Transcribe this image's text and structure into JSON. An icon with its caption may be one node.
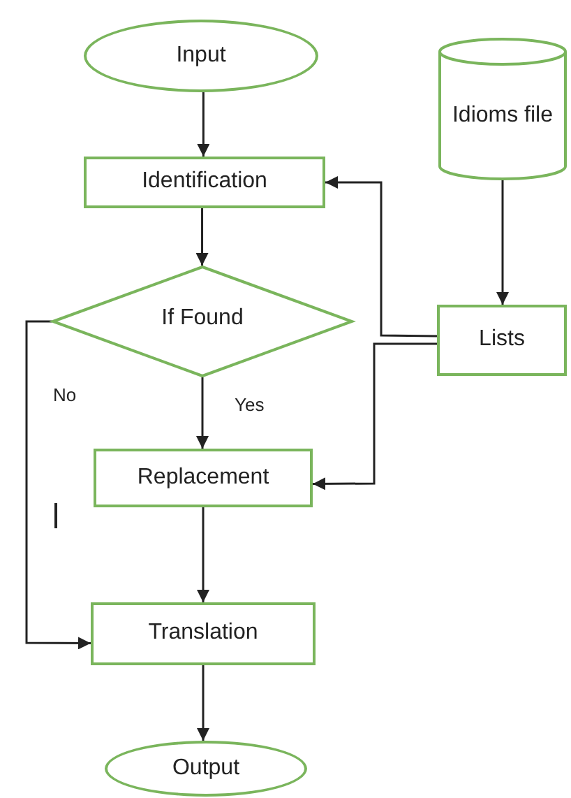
{
  "diagram": {
    "nodes": [
      {
        "text": [
          "Input"
        ]
      },
      {
        "text": [
          "Idioms file"
        ]
      },
      {
        "text": [
          "Identification"
        ]
      },
      {
        "text": [
          "If Found"
        ]
      },
      {
        "text": [
          "Lists"
        ]
      },
      {
        "text": [
          "Replacement"
        ]
      },
      {
        "text": [
          "Translation"
        ]
      },
      {
        "text": [
          "Output"
        ]
      }
    ],
    "edges": [
      {
        "from": 0,
        "to": 2,
        "arrow": "to"
      },
      {
        "from": 2,
        "to": 3,
        "arrow": "to"
      },
      {
        "from": 1,
        "to": 4,
        "arrow": "to"
      },
      {
        "from": 4,
        "to": 2,
        "arrow": "to"
      },
      {
        "from": 3,
        "to": 5,
        "arrow": "to",
        "label": "Yes"
      },
      {
        "from": 4,
        "to": 5,
        "arrow": "to"
      },
      {
        "from": 3,
        "to": 6,
        "arrow": "to",
        "label": "No"
      },
      {
        "from": 5,
        "to": 6,
        "arrow": "to"
      },
      {
        "from": 6,
        "to": 7,
        "arrow": "to"
      }
    ]
  }
}
